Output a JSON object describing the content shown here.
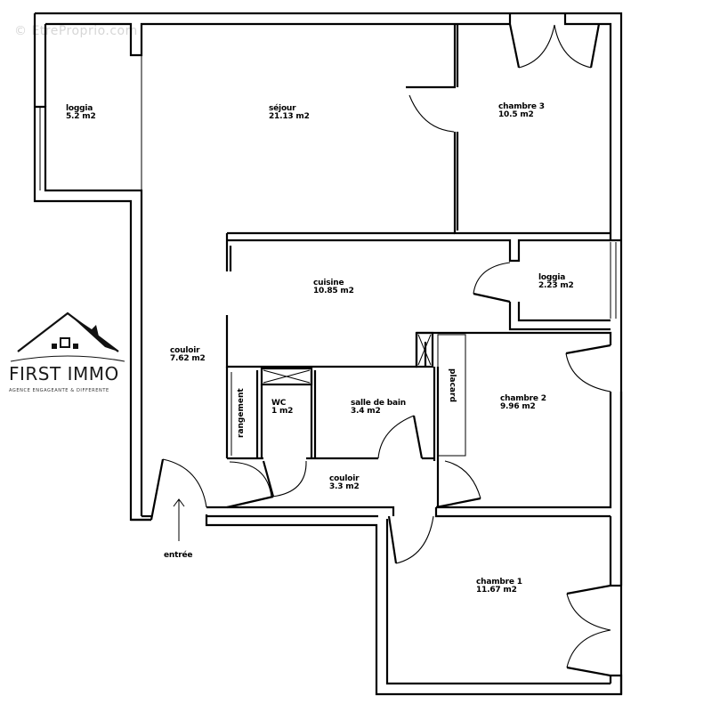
{
  "watermark": "© EtreProprio.com",
  "logo": {
    "brand": "FIRST IMMO",
    "tagline": "AGENCE ENGAGEANTE & DIFFERENTE"
  },
  "rooms": [
    {
      "id": "loggia-1",
      "name": "loggia",
      "area": "5.2 m2"
    },
    {
      "id": "sejour",
      "name": "séjour",
      "area": "21.13 m2"
    },
    {
      "id": "chambre-3",
      "name": "chambre 3",
      "area": "10.5 m2"
    },
    {
      "id": "cuisine",
      "name": "cuisine",
      "area": "10.85 m2"
    },
    {
      "id": "loggia-2",
      "name": "loggia",
      "area": "2.23 m2"
    },
    {
      "id": "couloir-1",
      "name": "couloir",
      "area": "7.62 m2"
    },
    {
      "id": "wc",
      "name": "WC",
      "area": "1 m2"
    },
    {
      "id": "salle-de-bain",
      "name": "salle de bain",
      "area": "3.4 m2"
    },
    {
      "id": "chambre-2",
      "name": "chambre 2",
      "area": "9.96 m2"
    },
    {
      "id": "couloir-2",
      "name": "couloir",
      "area": "3.3 m2"
    },
    {
      "id": "chambre-1",
      "name": "chambre 1",
      "area": "11.67 m2"
    }
  ],
  "storage": {
    "rangement": "rangement",
    "placard": "placard"
  },
  "entrance": {
    "label": "entrée",
    "icon": "arrow-up-icon"
  }
}
